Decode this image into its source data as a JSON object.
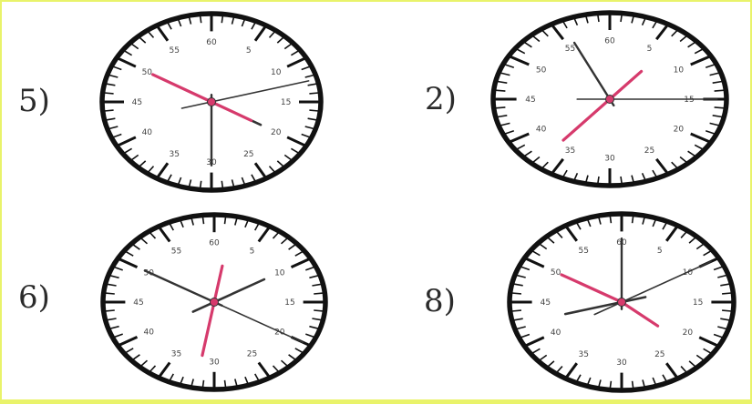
{
  "clocks": [
    {
      "item_label": "5)",
      "hour_angle": 120,
      "minute_angle": 180,
      "second_angle": 75,
      "red_back_angle": 300,
      "red_front_angle": 120
    },
    {
      "item_label": "2)",
      "hour_angle": 220,
      "minute_angle": 335,
      "second_angle": 90,
      "red_back_angle": 220,
      "red_front_angle": 40
    },
    {
      "item_label": "6)",
      "hour_angle": 60,
      "minute_angle": 300,
      "second_angle": 120,
      "red_back_angle": 190,
      "red_front_angle": 10
    },
    {
      "item_label": "8)",
      "hour_angle": 255,
      "minute_angle": 0,
      "second_angle": 60,
      "red_back_angle": 300,
      "red_front_angle": 130
    }
  ],
  "face_marks": [
    "60",
    "5",
    "10",
    "15",
    "20",
    "25",
    "30",
    "35",
    "40",
    "45",
    "50",
    "55"
  ],
  "colors": {
    "rim": "#111111",
    "face": "#ffffff",
    "black_hand": "#333333",
    "red_hand": "#d63a6c",
    "border": "#e9f36a"
  }
}
